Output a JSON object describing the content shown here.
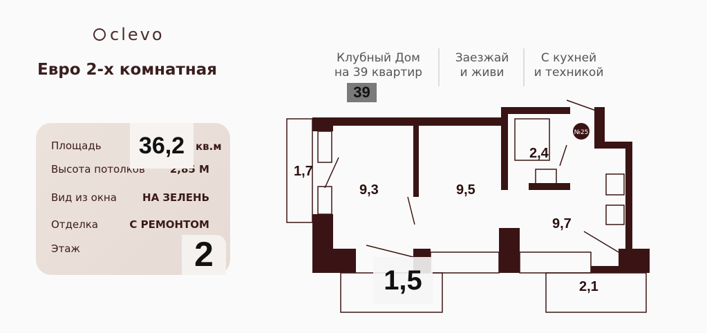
{
  "logo": {
    "text": "clevo"
  },
  "title": "Евро 2-х комнатная",
  "specs": [
    {
      "label": "Площадь",
      "value": "36,2",
      "unit": "кв.м"
    },
    {
      "label": "Высота потолков",
      "value": "2,85 М"
    },
    {
      "label": "Вид из окна",
      "value": "НА ЗЕЛЕНЬ"
    },
    {
      "label": "Отделка",
      "value": "С РЕМОНТОМ"
    },
    {
      "label": "Этаж",
      "value": "2"
    }
  ],
  "features": [
    {
      "line1": "Клубный Дом",
      "line2": "на 39 квартир",
      "badge": "39"
    },
    {
      "line1": "Заезжай",
      "line2": "и живи"
    },
    {
      "line1": "С кухней",
      "line2": "и техникой"
    }
  ],
  "plan": {
    "rooms": [
      "1,7",
      "9,3",
      "9,5",
      "2,4",
      "9,7",
      "2,1",
      "1,5"
    ],
    "apartment_number": "№25",
    "wall_color": "#3a1414"
  }
}
